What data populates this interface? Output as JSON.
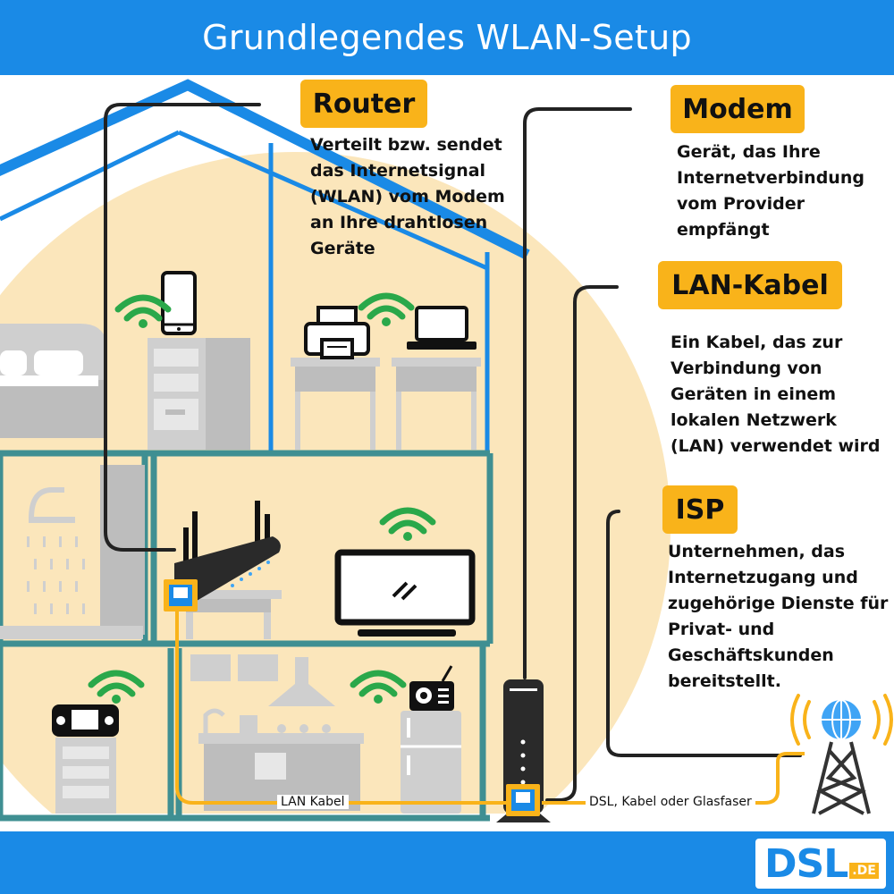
{
  "header": {
    "title": "Grundlegendes WLAN-Setup"
  },
  "labels": {
    "router": {
      "title": "Router",
      "description": [
        "Verteilt bzw. sendet",
        "das Internetsignal",
        "(WLAN) vom Modem",
        "an Ihre drahtlosen",
        "Geräte"
      ]
    },
    "modem": {
      "title": "Modem",
      "description": [
        "Gerät, das Ihre",
        "Internetverbindung",
        "vom Provider",
        "empfängt"
      ]
    },
    "lan_kabel": {
      "title": "LAN-Kabel",
      "description": [
        "Ein Kabel, das zur",
        "Verbindung von",
        "Geräten in einem",
        "lokalen Netzwerk",
        "(LAN) verwendet wird"
      ]
    },
    "isp": {
      "title": "ISP",
      "description": [
        "Unternehmen, das",
        "Internetzugang und",
        "zugehörige Dienste für",
        "Privat- und",
        "Geschäftskunden",
        "bereitstellt."
      ]
    }
  },
  "cables": {
    "lan": "LAN Kabel",
    "dsl": "DSL, Kabel oder Glasfaser"
  },
  "logo": {
    "main": "DSL",
    "sub": ".DE"
  },
  "colors": {
    "blue": "#1a8ae6",
    "orange": "#f9b31a",
    "wall": "#3f8f92",
    "cream": "#fbe6bb",
    "gray": "#cfcfcf",
    "dark": "#222222"
  }
}
